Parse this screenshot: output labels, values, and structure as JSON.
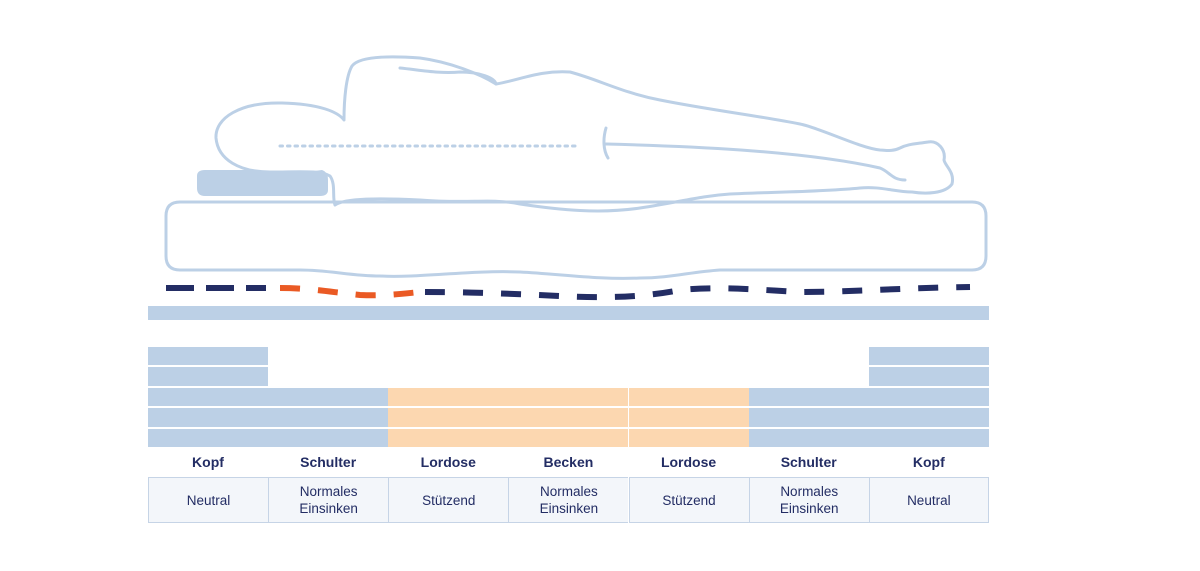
{
  "colors": {
    "outline": "#bcd0e6",
    "pillow": "#bcd0e6",
    "dash_neutral": "#232d64",
    "dash_highlight": "#ea5a24",
    "soft_block": "#bcd0e6",
    "firm_block": "#fcd7b0",
    "text": "#232d64"
  },
  "zones": [
    {
      "title": "Kopf",
      "description": "Neutral",
      "blocks": 5,
      "firmness": "soft"
    },
    {
      "title": "Schulter",
      "description": "Normales\nEinsinken",
      "blocks": 3,
      "firmness": "soft"
    },
    {
      "title": "Lordose",
      "description": "Stützend",
      "blocks": 3,
      "firmness": "firm"
    },
    {
      "title": "Becken",
      "description": "Normales\nEinsinken",
      "blocks": 3,
      "firmness": "firm"
    },
    {
      "title": "Lordose",
      "description": "Stützend",
      "blocks": 3,
      "firmness": "firm"
    },
    {
      "title": "Schulter",
      "description": "Normales\nEinsinken",
      "blocks": 3,
      "firmness": "soft"
    },
    {
      "title": "Kopf",
      "description": "Neutral",
      "blocks": 5,
      "firmness": "soft"
    }
  ]
}
